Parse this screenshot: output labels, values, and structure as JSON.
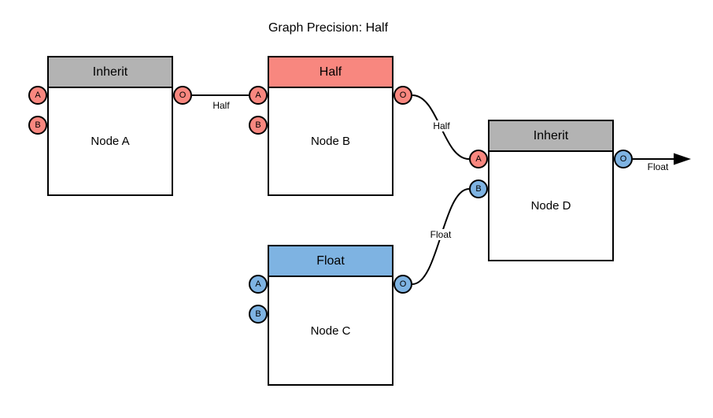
{
  "title": "Graph Precision: Half",
  "colors": {
    "salmon": "#F8877F",
    "blue": "#7EB3E2",
    "gray": "#B3B3B3",
    "stroke": "#000000",
    "background": "#FFFFFF"
  },
  "nodes": [
    {
      "name": "Node A",
      "precision_header": "Inherit",
      "inputs": [
        {
          "label": "A"
        },
        {
          "label": "B"
        }
      ],
      "output": {
        "label": "O"
      }
    },
    {
      "name": "Node B",
      "precision_header": "Half",
      "inputs": [
        {
          "label": "A"
        },
        {
          "label": "B"
        }
      ],
      "output": {
        "label": "O"
      }
    },
    {
      "name": "Node C",
      "precision_header": "Float",
      "inputs": [
        {
          "label": "A"
        },
        {
          "label": "B"
        }
      ],
      "output": {
        "label": "O"
      }
    },
    {
      "name": "Node D",
      "precision_header": "Inherit",
      "inputs": [
        {
          "label": "A"
        },
        {
          "label": "B"
        }
      ],
      "output": {
        "label": "O"
      }
    }
  ],
  "edges": [
    {
      "from": "Node A port O",
      "to": "Node B port A",
      "label": "Half"
    },
    {
      "from": "Node B port O",
      "to": "Node D port A",
      "label": "Half"
    },
    {
      "from": "Node C port O",
      "to": "Node D port B",
      "label": "Float"
    },
    {
      "from": "Node D port O",
      "label": "Float"
    }
  ]
}
